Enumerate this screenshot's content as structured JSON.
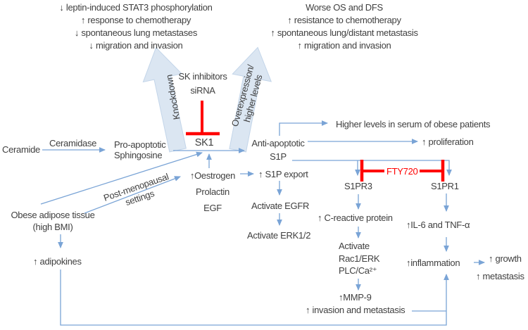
{
  "colors": {
    "line_blue": "#7AA4D6",
    "big_arrow_fill": "#DBE6F2",
    "big_arrow_edge": "#C3D5E9",
    "inhibition_red": "#FF0000",
    "text": "#3F3F3F"
  },
  "outcomes_knockdown": {
    "lines": [
      "↓ leptin-induced STAT3 phosphorylation",
      "↑ response to chemotherapy",
      "↓ spontaneous lung metastases",
      "↓ migration and invasion"
    ]
  },
  "outcomes_overexpression": {
    "lines": [
      "Worse OS and DFS",
      "↑ resistance to chemotherapy",
      "↑ spontaneous lung/distant metastasis",
      "↑ migration and invasion"
    ]
  },
  "big_arrows": {
    "left_label": "Knockdown",
    "right_label_line1": "Overexpression/",
    "right_label_line2": "higher levels"
  },
  "sk_module": {
    "inhibitors_line1": "SK inhibitors",
    "inhibitors_line2": "siRNA",
    "sk1": "SK1"
  },
  "core_pathway": {
    "ceramide": "Ceramide",
    "ceramidase": "Ceramidase",
    "pro_apoptotic_line1": "Pro-apoptotic",
    "pro_apoptotic_line2": "Sphingosine",
    "anti_apoptotic_line1": "Anti-apoptotic",
    "anti_apoptotic_line2": "S1P",
    "higher_levels": "Higher levels in serum of obese patients",
    "proliferation": "↑ proliferation"
  },
  "hormone_axis": {
    "oestrogen": "↑Oestrogen",
    "prolactin": "Prolactin",
    "egf": "EGF",
    "s1p_export": "↑ S1P export",
    "activate_egfr": "Activate EGFR",
    "activate_erk": "Activate ERK1/2"
  },
  "obesity_axis": {
    "tissue_line1": "Obese adipose tissue",
    "tissue_line2": "(high BMI)",
    "adipokines": "↑ adipokines",
    "post_menopausal_line1": "Post-menopausal",
    "post_menopausal_line2": "settings"
  },
  "receptor_axis": {
    "fty720": "FTY720",
    "s1pr3": "S1PR3",
    "s1pr1": "S1PR1",
    "c_reactive": "↑ C-reactive protein",
    "activate_line1": "Activate",
    "activate_line2": "Rac1/ERK",
    "activate_line3": "PLC/Ca²⁺",
    "mmp9": "↑MMP-9",
    "invasion_metastasis": "↑ invasion and metastasis",
    "il6_tnf": "↑IL-6 and TNF-α",
    "inflammation": "↑inflammation",
    "growth": "↑ growth",
    "metastasis": "↑ metastasis"
  }
}
